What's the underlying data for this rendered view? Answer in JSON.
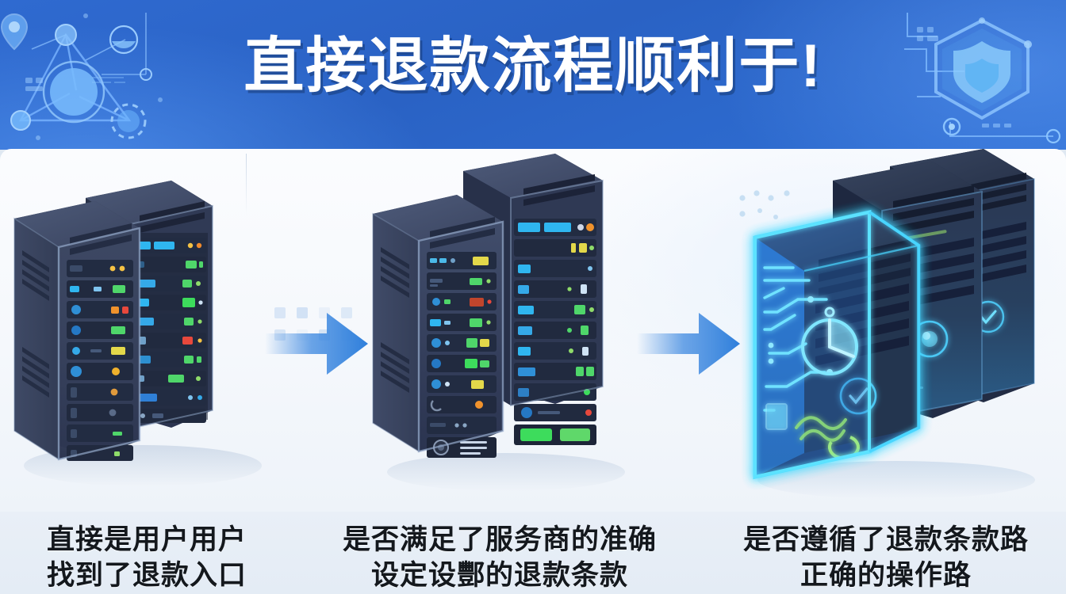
{
  "banner": {
    "title": "直接退款流程顺利于!",
    "bg_color": "#2c64c6",
    "title_color": "#ffffff",
    "left_decoration": "network-nodes-icon",
    "right_decoration": "shield-security-icon"
  },
  "panel": {
    "bg_color": "#f7fafd"
  },
  "stages": [
    {
      "id": "stage-1",
      "illustration": "server-rack-pair-icon",
      "highlighted": false,
      "caption_line1": "直接是用户用户",
      "caption_line2": "找到了退款入口"
    },
    {
      "id": "stage-2",
      "illustration": "server-rack-pair-icon",
      "highlighted": false,
      "caption_line1": "是否满足了服务商的准确",
      "caption_line2": "设定设酆的退款条款"
    },
    {
      "id": "stage-3",
      "illustration": "glowing-server-stack-icon",
      "highlighted": true,
      "caption_line1": "是否遵循了退款条款路",
      "caption_line2": "正确的操作路"
    }
  ],
  "arrows": [
    {
      "id": "arrow-1",
      "name": "right-arrow-icon",
      "color": "#3b87e0"
    },
    {
      "id": "arrow-2",
      "name": "right-arrow-icon",
      "color": "#3b87e0"
    }
  ],
  "colors": {
    "banner_blue": "#2c64c6",
    "banner_blue_light": "#3d80dd",
    "panel_white": "#f7fafd",
    "caption_bg": "#e7eef6",
    "caption_text": "#14181d",
    "server_body": "#39455e",
    "server_dark": "#222b3d",
    "glow_cyan": "#34d8ff",
    "accent_green": "#3ddc5c",
    "accent_orange": "#f0922c"
  }
}
